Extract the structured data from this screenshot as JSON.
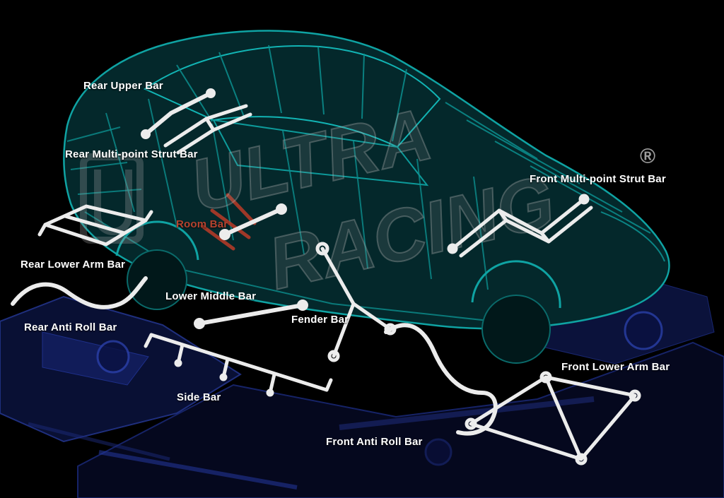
{
  "page": {
    "background": "#000000"
  },
  "watermark": {
    "line1": "ULTRA",
    "line2": "RACING",
    "registered": "®"
  },
  "labels": [
    {
      "id": "rear-upper-bar",
      "text": "Rear Upper Bar"
    },
    {
      "id": "rear-multi-point-strut-bar",
      "text": "Rear Multi-point Strut Bar"
    },
    {
      "id": "front-multi-point-strut-bar",
      "text": "Front Multi-point Strut Bar"
    },
    {
      "id": "room-bar",
      "text": "Room Bar"
    },
    {
      "id": "rear-lower-arm-bar",
      "text": "Rear Lower Arm Bar"
    },
    {
      "id": "lower-middle-bar",
      "text": "Lower Middle Bar"
    },
    {
      "id": "fender-bar",
      "text": "Fender Bar"
    },
    {
      "id": "rear-anti-roll-bar",
      "text": "Rear Anti Roll Bar"
    },
    {
      "id": "front-lower-arm-bar",
      "text": "Front Lower Arm Bar"
    },
    {
      "id": "side-bar",
      "text": "Side Bar"
    },
    {
      "id": "front-anti-roll-bar",
      "text": "Front Anti Roll Bar"
    }
  ],
  "colors": {
    "label_text": "#ffffff",
    "room_bar_label": "#b5432f",
    "product_bar": "#ececec",
    "chassis_teal": "#0fa3a3",
    "chassis_blue": "#2a3fa8",
    "watermark_gray": "#9a9a9a",
    "accent_red": "#b03a28"
  }
}
